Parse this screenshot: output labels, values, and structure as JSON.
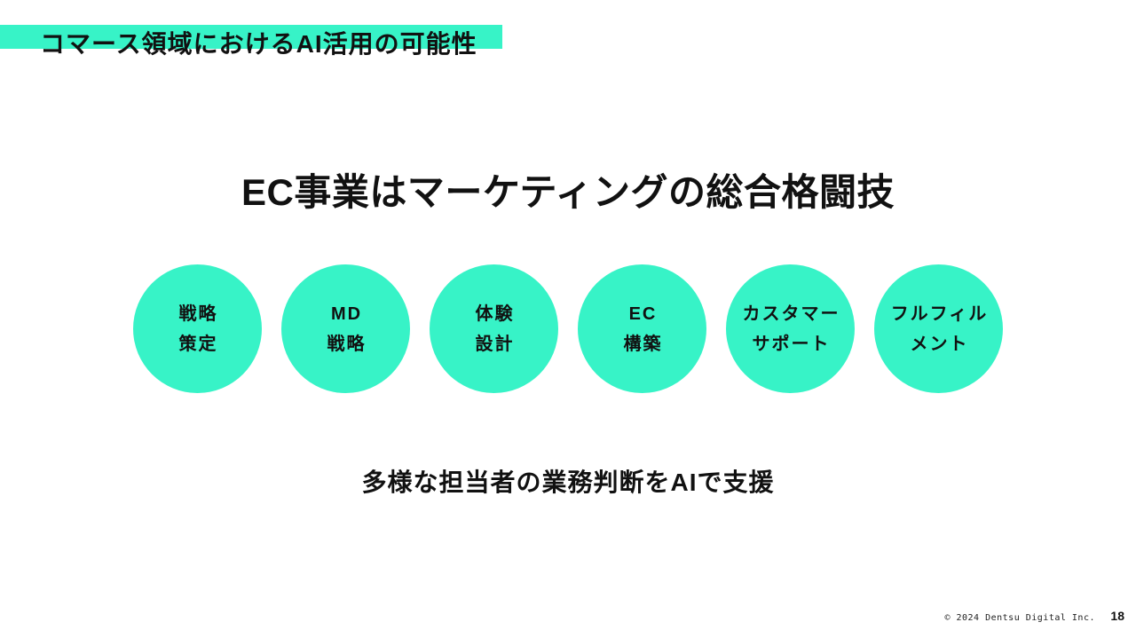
{
  "page": {
    "title": "コマース領域におけるAI活用の可能性",
    "heading": "EC事業はマーケティングの総合格闘技",
    "subtitle": "多様な担当者の業務判断をAIで支援",
    "copyright": "© 2024 Dentsu Digital Inc.",
    "page_number": "18"
  },
  "circles": [
    {
      "line1": "戦略",
      "line2": "策定"
    },
    {
      "line1": "MD",
      "line2": "戦略"
    },
    {
      "line1": "体験",
      "line2": "設計"
    },
    {
      "line1": "EC",
      "line2": "構築"
    },
    {
      "line1": "カスタマー",
      "line2": "サポート"
    },
    {
      "line1": "フルフィル",
      "line2": "メント"
    }
  ],
  "colors": {
    "accent_mint": "#37F3C7",
    "text": "#111111",
    "background": "#FFFFFF"
  }
}
